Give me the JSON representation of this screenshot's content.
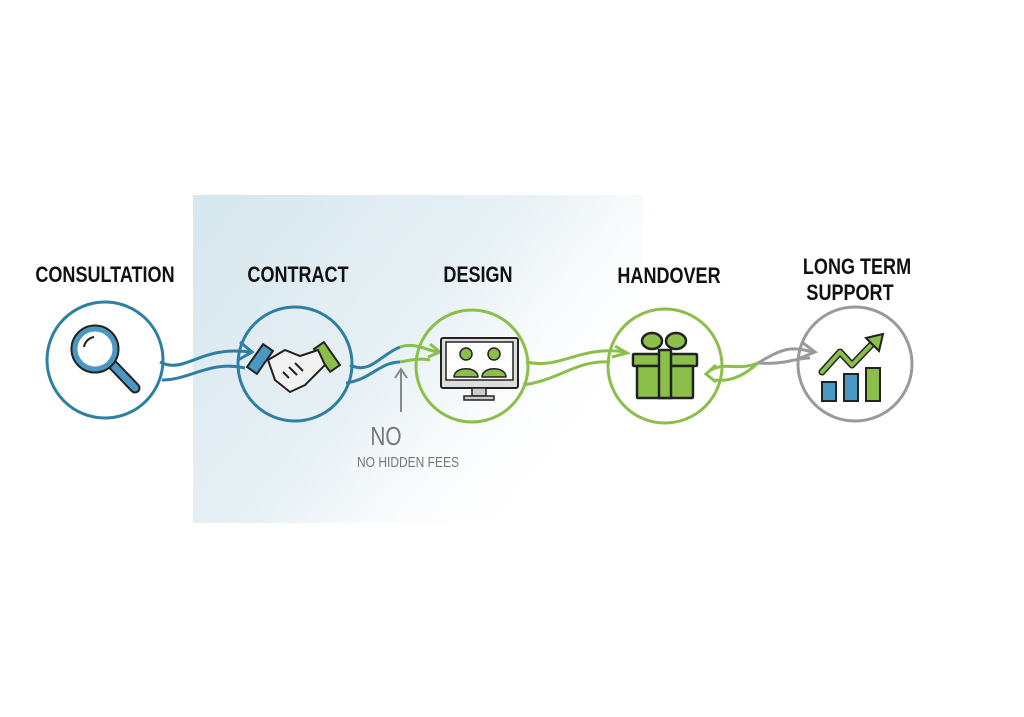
{
  "steps": [
    {
      "label": "CONSULTATION",
      "icon": "magnifier-icon"
    },
    {
      "label": "CONTRACT",
      "icon": "handshake-icon"
    },
    {
      "label": "DESIGN",
      "icon": "video-call-monitor-icon"
    },
    {
      "label": "HANDOVER",
      "icon": "gift-icon"
    },
    {
      "label_line1": "LONG TERM",
      "label_line2": "SUPPORT",
      "icon": "growth-chart-icon"
    }
  ],
  "annotation": {
    "big": "NO",
    "small": "NO HIDDEN FEES"
  },
  "colors": {
    "blue": "#2f7fa3",
    "green": "#8bbf4a",
    "gray": "#9a9a9a",
    "panel": "#e4eff4"
  }
}
